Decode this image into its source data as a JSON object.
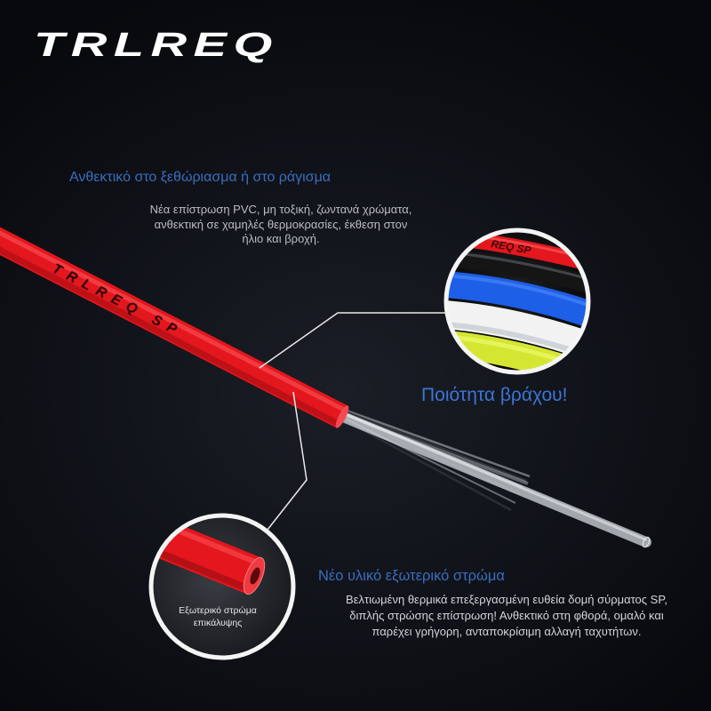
{
  "brand": {
    "logo_text": "TRLREQ"
  },
  "cable": {
    "print_text": "TRLREQ SP",
    "zoom_print_text": "REQ SP"
  },
  "feature_fade": {
    "title": "Ανθεκτικό στο ξεθώριασμα ή στο ράγισμα",
    "description_lines": [
      "Νέα επίστρωση PVC, μη τοξική, ζωντανά χρώματα,",
      "ανθεκτική σε χαμηλές θερμοκρασίες, έκθεση στον",
      "ήλιο και βροχή."
    ]
  },
  "quality_callout": {
    "text": "Ποιότητα βράχου!"
  },
  "outer_layer_zoom": {
    "caption_lines": [
      "Εξωτερικό στρώμα",
      "επικάλυψης"
    ]
  },
  "feature_material": {
    "title": "Νέο υλικό εξωτερικό στρώμα",
    "description_lines": [
      "Βελτιωμένη θερμικά επεξεργασμένη ευθεία δομή σύρματος SP,",
      "διπλής στρώσης επίστρωση! Ανθεκτικό στη φθορά, ομαλό και",
      "παρέχει γρήγορη, ανταποκρίσιμη αλλαγή ταχυτήτων."
    ]
  },
  "palette": {
    "background": "#0b0d12",
    "accent_blue": "#3a6ebd",
    "callout_blue": "#3b75d6",
    "swatches": [
      "#e3171d",
      "#151515",
      "#1d5fe6",
      "#f2f2f2",
      "#d5e632"
    ]
  }
}
